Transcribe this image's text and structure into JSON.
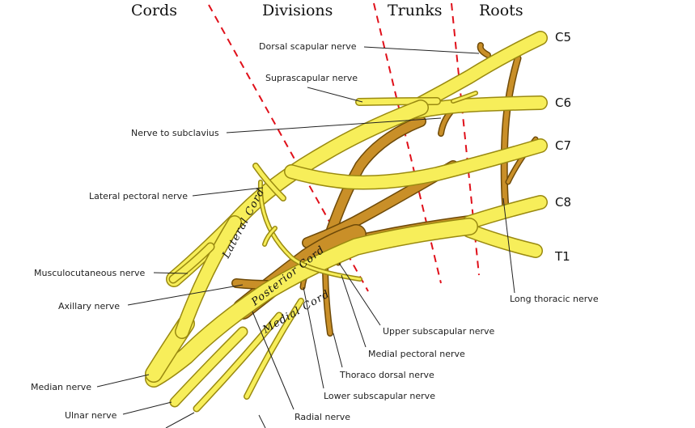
{
  "headers": {
    "cords": "Cords",
    "divisions": "Divisions",
    "trunks": "Trunks",
    "roots": "Roots"
  },
  "roots": {
    "c5": "C5",
    "c6": "C6",
    "c7": "C7",
    "c8": "C8",
    "t1": "T1"
  },
  "cords": {
    "lateral": "Lateral Cord",
    "posterior": "Posterior Cord",
    "medial": "Medial Cord"
  },
  "labels": {
    "dorsal_scapular": "Dorsal scapular nerve",
    "suprascapular": "Suprascapular nerve",
    "nerve_to_subclavius": "Nerve to subclavius",
    "lateral_pectoral": "Lateral pectoral nerve",
    "musculocutaneous": "Musculocutaneous nerve",
    "axillary": "Axillary nerve",
    "median": "Median nerve",
    "ulnar": "Ulnar nerve",
    "radial": "Radial nerve",
    "lower_subscapular": "Lower subscapular nerve",
    "thoraco_dorsal": "Thoraco dorsal nerve",
    "medial_pectoral": "Medial pectoral nerve",
    "upper_subscapular": "Upper subscapular nerve",
    "long_thoracic": "Long thoracic nerve"
  },
  "colors": {
    "anterior_nerve": "#f7ee5a",
    "posterior_nerve": "#c98f28",
    "outline": "#9a8a10",
    "division_lines": "#e0101a"
  }
}
